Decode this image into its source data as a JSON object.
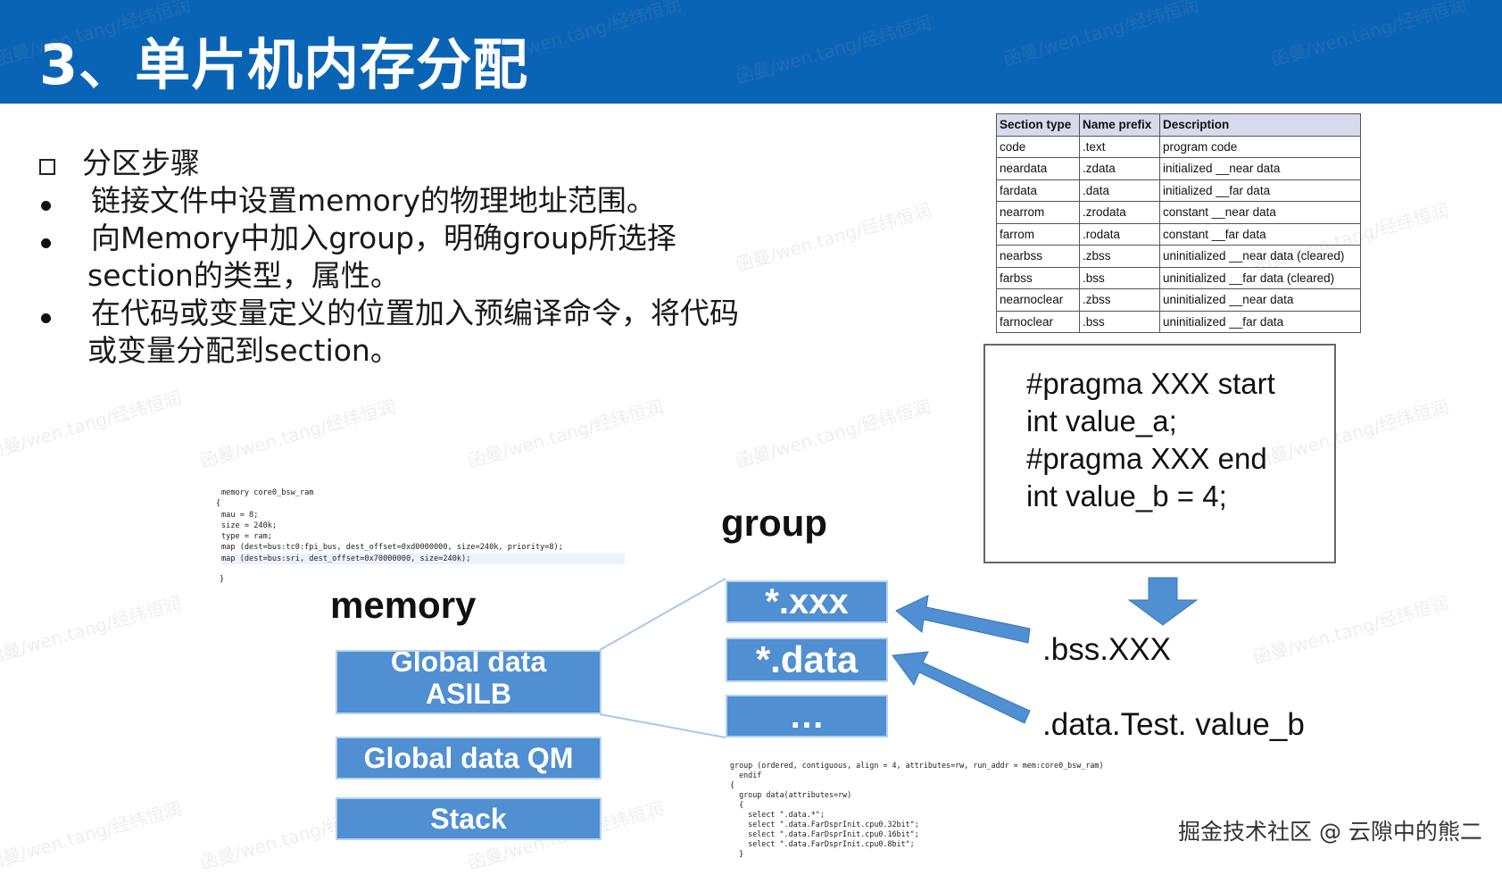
{
  "title": "3、单片机内存分配",
  "bullets": {
    "heading": "分区步骤",
    "items": [
      {
        "lines": [
          "链接文件中设置memory的物理地址范围。"
        ]
      },
      {
        "lines": [
          "向Memory中加入group，明确group所选择",
          "section的类型，属性。"
        ]
      },
      {
        "lines": [
          "在代码或变量定义的位置加入预编译命令，将代码",
          "或变量分配到section。"
        ]
      }
    ]
  },
  "section_table": {
    "headers": [
      "Section type",
      "Name prefix",
      "Description"
    ],
    "rows": [
      [
        "code",
        ".text",
        "program code"
      ],
      [
        "neardata",
        ".zdata",
        "initialized __near data"
      ],
      [
        "fardata",
        ".data",
        "initialized __far data"
      ],
      [
        "nearrom",
        ".zrodata",
        "constant __near data"
      ],
      [
        "farrom",
        ".rodata",
        "constant __far data"
      ],
      [
        "nearbss",
        ".zbss",
        "uninitialized __near data (cleared)"
      ],
      [
        "farbss",
        ".bss",
        "uninitialized __far data (cleared)"
      ],
      [
        "nearnoclear",
        ".zbss",
        "uninitialized __near data"
      ],
      [
        "farnoclear",
        ".bss",
        "uninitialized __far data"
      ]
    ]
  },
  "pragma": {
    "lines": [
      "#pragma XXX start",
      "int value_a;",
      "#pragma XXX end",
      "int value_b = 4;"
    ]
  },
  "memory_code": {
    "l1": "memory core0_bsw_ram",
    "l2": "{",
    "l3": "mau = 8;",
    "l4": "size = 240k;",
    "l5": "type = ram;",
    "l6": "map (dest=bus:tc0:fpi_bus, dest_offset=0xd0000000, size=240k, priority=8);",
    "l7": "map (dest=bus:sri, dest_offset=0x70000000, size=240k);",
    "l8": "}"
  },
  "group_code": {
    "l1": "group (ordered, contiguous, align = 4, attributes=rw, run_addr = mem:core0_bsw_ram)",
    "l2": "  endif",
    "l3": "{",
    "l4": "  group data(attributes=rw)",
    "l5": "  {",
    "l6": "    select \".data.*\";",
    "l7": "    select \".data.FarDsprInit.cpu0.32bit\";",
    "l8": "    select \".data.FarDsprInit.cpu0.16bit\";",
    "l9": "    select \".data.FarDsprInit.cpu0.8bit\";",
    "l10": "  }"
  },
  "diagram": {
    "group_label": "group",
    "memory_label": "memory",
    "memory_blocks": {
      "b1_line1": "Global data",
      "b1_line2": "ASILB",
      "b2": "Global data QM",
      "b3": "Stack"
    },
    "group_items": {
      "i1": "*.xxx",
      "i2": "*.data",
      "i3": "…"
    },
    "sections": {
      "s1": ".bss.XXX",
      "s2": ".data.Test. value_b"
    },
    "colors": {
      "block": "#4f8fd2",
      "arrow": "#4f8fd2",
      "header": "#0a64b6"
    }
  },
  "watermark": "函曼/wen.tang/经纬恒润",
  "footer": "掘金技术社区 @ 云隙中的熊二"
}
